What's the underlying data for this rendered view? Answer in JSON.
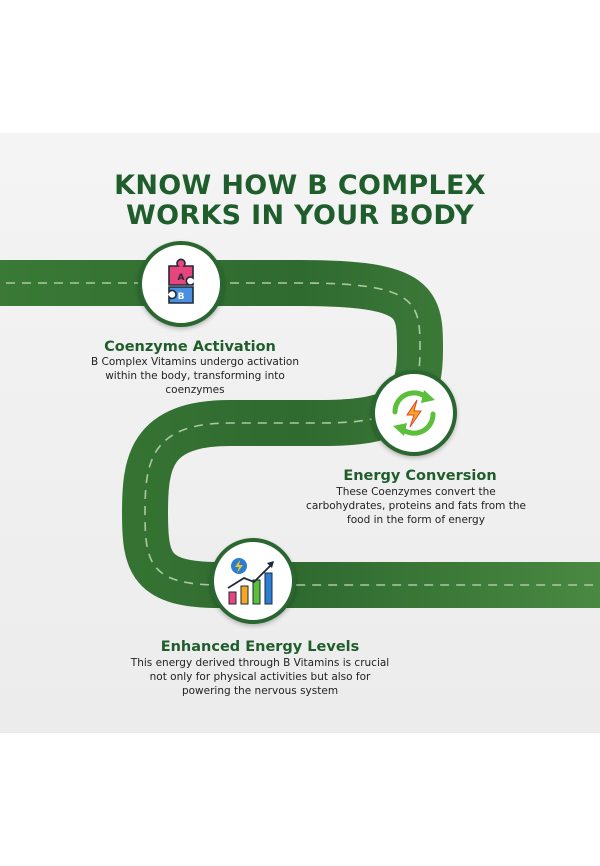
{
  "title": {
    "line1": "KNOW HOW B COMPLEX",
    "line2": "WORKS IN YOUR BODY"
  },
  "steps": [
    {
      "title": "Coenzyme Activation",
      "description": "B Complex Vitamins undergo activation within the body, transforming into coenzymes",
      "icon": "puzzle-icon",
      "icon_labels": [
        "A",
        "B"
      ]
    },
    {
      "title": "Energy Conversion",
      "description": "These Coenzymes convert the carbohydrates, proteins and fats from the food in the form of energy",
      "icon": "energy-cycle-icon"
    },
    {
      "title": "Enhanced Energy Levels",
      "description": "This energy derived through B Vitamins is crucial not only for physical activities but also for powering the nervous system",
      "icon": "energy-growth-chart-icon"
    }
  ],
  "colors": {
    "road": "#3d7a3a",
    "title": "#1f5e2c",
    "puzzle_top": "#e8457c",
    "puzzle_bottom": "#4a8fe0",
    "arrows": "#5cbf3a",
    "bolt": "#f5a623"
  }
}
